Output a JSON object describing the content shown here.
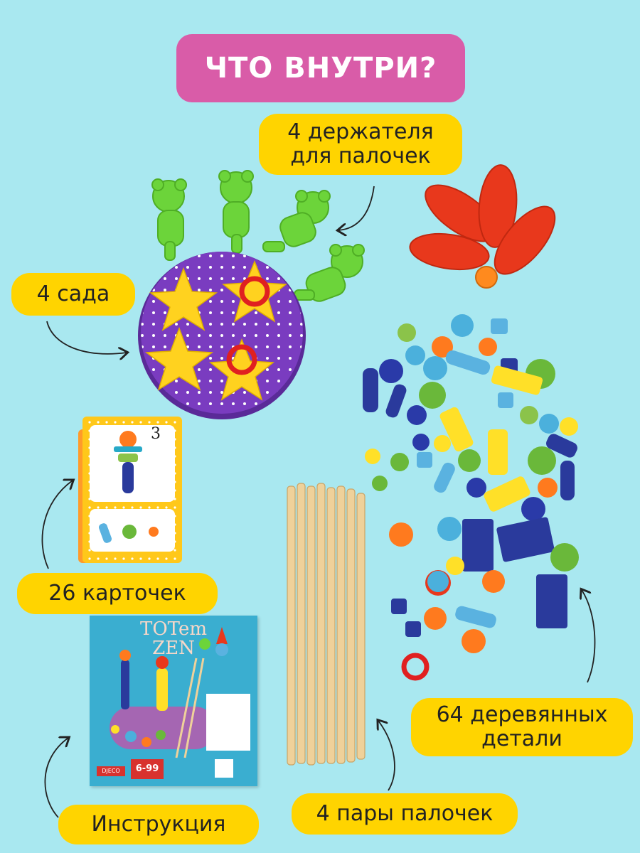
{
  "header": {
    "title": "ЧТО ВНУТРИ?"
  },
  "labels": {
    "holders_line1": "4 держателя",
    "holders_line2": "для палочек",
    "gardens": "4 сада",
    "cards": "26 карточек",
    "parts_line1": "64 деревянных",
    "parts_line2": "детали",
    "sticks": "4 пары палочек",
    "manual": "Инструкция"
  },
  "card": {
    "number": "3"
  },
  "box": {
    "title_line1": "TOTem",
    "title_line2": "ZEN",
    "brand": "DJECO",
    "age": "6-99"
  },
  "colors": {
    "background": "#a9e8f0",
    "title_pill": "#d95ca8",
    "label": "#ffd400",
    "garden": "#7a3cc0",
    "bear": "#6cd43a",
    "star": "#ffd21f",
    "petal": "#e8381c"
  }
}
